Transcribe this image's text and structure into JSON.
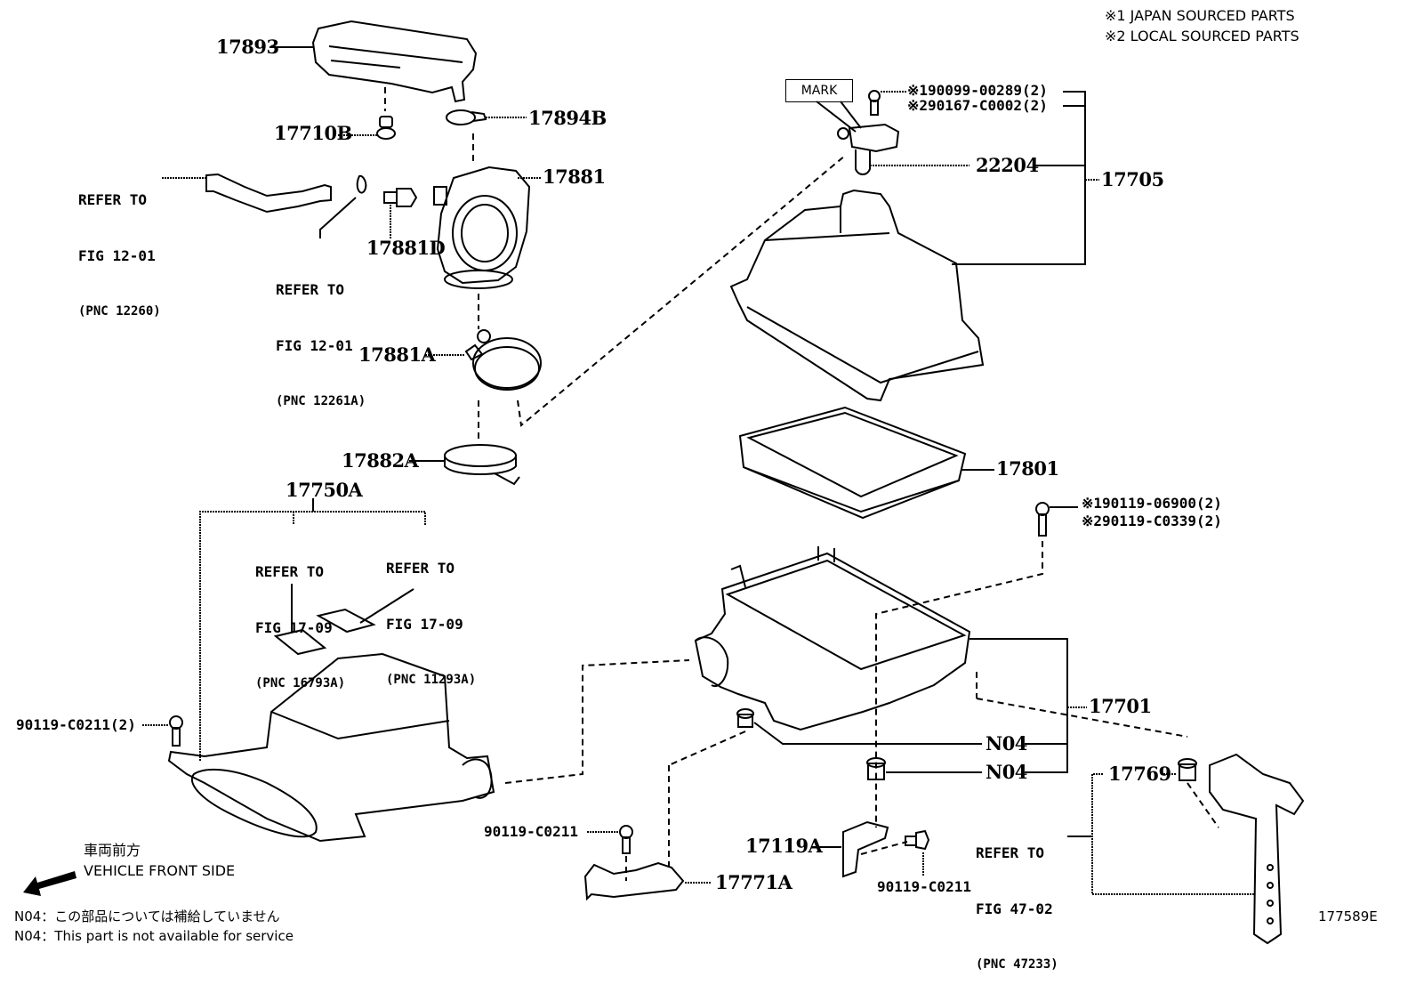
{
  "legend": {
    "items": [
      "※1 JAPAN SOURCED PARTS",
      "※2 LOCAL SOURCED PARTS"
    ]
  },
  "parts": {
    "p17893": "17893",
    "p17710B": "17710B",
    "p17894B": "17894B",
    "p17881": "17881",
    "p17881D": "17881D",
    "p17881A": "17881A",
    "p17882A": "17882A",
    "p17750A": "17750A",
    "p22204": "22204",
    "p17705": "17705",
    "p17801": "17801",
    "p17701": "17701",
    "p17769": "17769",
    "p17119A": "17119A",
    "p17771A": "17771A",
    "n04_a": "N04",
    "n04_b": "N04",
    "bolt_left": "90119-C0211(2)",
    "bolt_bottom_mid": "90119-C0211",
    "bolt_bottom_right": "90119-C0211",
    "sensor_screw_1": "※190099-00289(2)",
    "sensor_screw_2": "※290167-C0002(2)",
    "case_bolt_1": "※190119-06900(2)",
    "case_bolt_2": "※290119-C0339(2)"
  },
  "mark_label": "MARK",
  "references": {
    "hose": [
      "REFER TO",
      "FIG 12-01",
      "(PNC 12260)"
    ],
    "clip": [
      "REFER TO",
      "FIG 12-01",
      "(PNC 12261A)"
    ],
    "label_a": [
      "REFER TO",
      "FIG 17-09",
      "(PNC 16793A)"
    ],
    "label_b": [
      "REFER TO",
      "FIG 17-09",
      "(PNC 11293A)"
    ],
    "bracket": [
      "REFER TO",
      "FIG 47-02",
      "(PNC 47233)"
    ]
  },
  "direction": {
    "jp": "車両前方",
    "en": "VEHICLE FRONT SIDE",
    "arrow_icon": "arrow-left-down"
  },
  "notes": {
    "n04_jp": "N04：この部品については補給していません",
    "n04_en": "N04：This part is not available for service"
  },
  "figure_id": "177589E"
}
